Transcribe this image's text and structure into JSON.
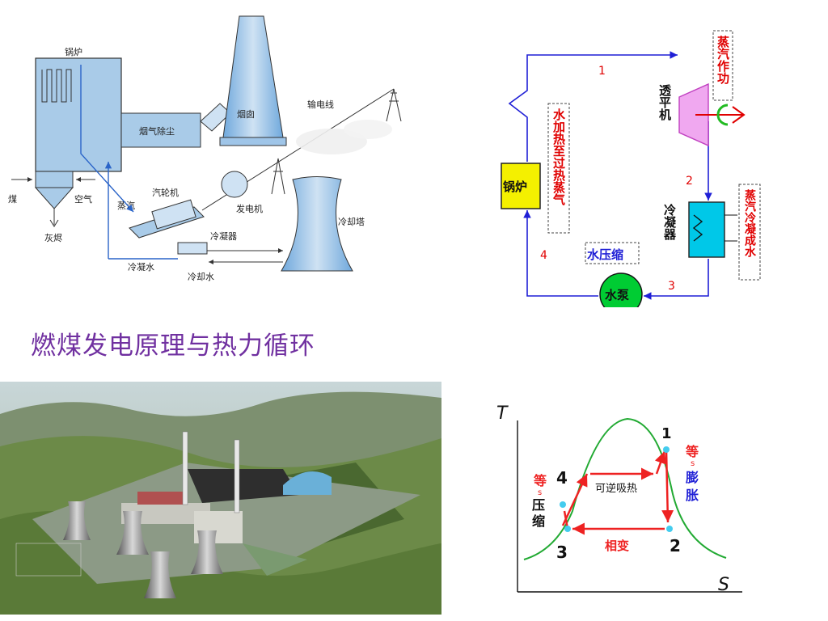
{
  "plant_schematic": {
    "boiler": "锅炉",
    "coal": "煤",
    "air": "空气",
    "ash": "灰烬",
    "dust_removal": "烟气除尘",
    "chimney": "烟囱",
    "transmission_line": "输电线",
    "turbine": "汽轮机",
    "steam": "蒸汽",
    "generator": "发电机",
    "condenser": "冷凝器",
    "cooling_tower": "冷却塔",
    "condensed_water": "冷凝水",
    "cooling_water": "冷却水"
  },
  "rankine_cycle": {
    "steam_work": "蒸汽作功",
    "turbine": "透平机",
    "boiler": "锅炉",
    "water_heating": "水加热至过热蒸气",
    "condenser": "冷凝器",
    "steam_condense": "蒸汽冷凝成水",
    "water_compress": "水压缩",
    "pump": "水泵",
    "point_1": "1",
    "point_2": "2",
    "point_3": "3",
    "point_4": "4"
  },
  "title": "燃煤发电原理与热力循环",
  "ts_diagram": {
    "axis_t": "T",
    "axis_s": "S",
    "point_1": "1",
    "point_2": "2",
    "point_3": "3",
    "point_4": "4",
    "isentropic_compress_1": "等",
    "isentropic_compress_s": "s",
    "isentropic_compress_2": "压",
    "isentropic_compress_3": "缩",
    "isentropic_expand_1": "等",
    "isentropic_expand_s": "s",
    "isentropic_expand_2": "膨",
    "isentropic_expand_3": "胀",
    "reversible_heat": "可逆吸热",
    "phase_change": "相变"
  },
  "colors": {
    "title": "#7030a0",
    "cycle_line": "#1f1fd6",
    "red_label": "#e00000",
    "boiler_box": "#f4f000",
    "pump": "#00cc33",
    "condenser": "#00c8e8",
    "turbine": "#e070e0",
    "saturation_curve": "#22aa33",
    "ts_arrow": "#ee2222",
    "ts_point": "#44ccee"
  },
  "photo": {
    "icon": "power-plant-photo"
  }
}
